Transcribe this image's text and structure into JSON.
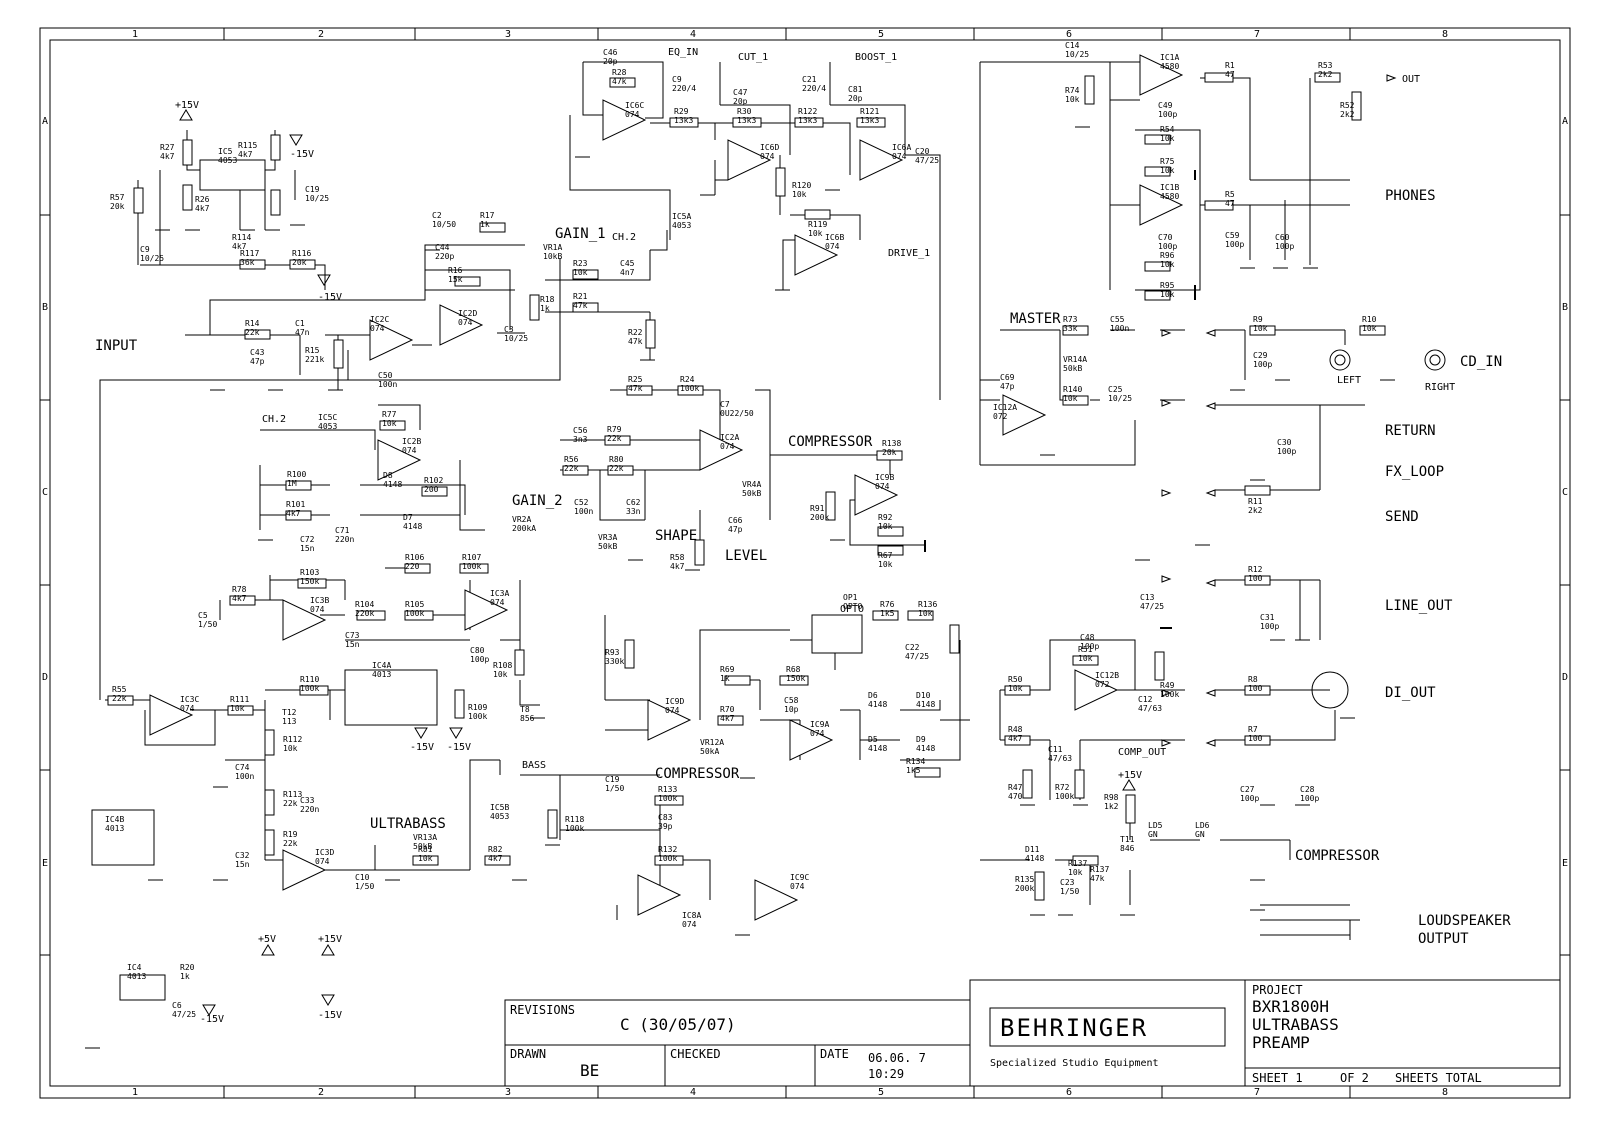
{
  "frame": {
    "columns": [
      "1",
      "2",
      "3",
      "4",
      "5",
      "6",
      "7",
      "8"
    ],
    "rows": [
      "A",
      "B",
      "C",
      "D",
      "E"
    ]
  },
  "labels": {
    "input": "INPUT",
    "master": "MASTER",
    "phones": "PHONES",
    "return": "RETURN",
    "fx_loop": "FX_LOOP",
    "send": "SEND",
    "line_out": "LINE_OUT",
    "di_out": "DI_OUT",
    "cd_in": "CD_IN",
    "left": "LEFT",
    "right": "RIGHT",
    "compressor_a": "COMPRESSOR",
    "compressor_b": "COMPRESSOR",
    "compressor_c": "COMPRESSOR",
    "ultrabass": "ULTRABASS",
    "gain_1": "GAIN_1",
    "gain_2": "GAIN_2",
    "shape": "SHAPE",
    "level": "LEVEL",
    "bass": "BASS",
    "loudspeaker_1": "LOUDSPEAKER",
    "loudspeaker_2": "OUTPUT",
    "out": "OUT",
    "eq_in": "EQ_IN",
    "cut_1": "CUT_1",
    "boost_1": "BOOST_1",
    "drive_1": "DRIVE_1",
    "comp_out": "COMP_OUT",
    "opto": "OPTO",
    "ch2a": "CH.2",
    "ch2b": "CH.2"
  },
  "rails": {
    "p15a": "+15V",
    "m15a": "-15V",
    "m15b": "-15V",
    "m15c": "-15V",
    "m15d": "-15V",
    "p15b": "+15V",
    "p5": "+5V",
    "p15c": "+15V",
    "m15e": "-15V",
    "m15f": "-15V"
  },
  "components": [
    {
      "id": "R27",
      "v": "4k7"
    },
    {
      "id": "R26",
      "v": "4k7"
    },
    {
      "id": "R57",
      "v": "20k"
    },
    {
      "id": "C9",
      "v": "10/25"
    },
    {
      "id": "IC5",
      "v": "4053"
    },
    {
      "id": "R115",
      "v": "4k7"
    },
    {
      "id": "R114",
      "v": "4k7"
    },
    {
      "id": "C19",
      "v": "10/25"
    },
    {
      "id": "R117",
      "v": "36k"
    },
    {
      "id": "R116",
      "v": "20k"
    },
    {
      "id": "R14",
      "v": "22k"
    },
    {
      "id": "C1",
      "v": "47n"
    },
    {
      "id": "C43",
      "v": "47p"
    },
    {
      "id": "R15",
      "v": "221k"
    },
    {
      "id": "IC2C",
      "v": "074"
    },
    {
      "id": "C50",
      "v": "100n"
    },
    {
      "id": "C2",
      "v": "10/50"
    },
    {
      "id": "R17",
      "v": "1k"
    },
    {
      "id": "C44",
      "v": "220p"
    },
    {
      "id": "R16",
      "v": "15k"
    },
    {
      "id": "IC2D",
      "v": "074"
    },
    {
      "id": "C3",
      "v": "10/25"
    },
    {
      "id": "VR1A",
      "v": "10kB"
    },
    {
      "id": "R18",
      "v": "1k"
    },
    {
      "id": "R23",
      "v": "10k"
    },
    {
      "id": "C45",
      "v": "4n7"
    },
    {
      "id": "R21",
      "v": "47k"
    },
    {
      "id": "R22",
      "v": "47k"
    },
    {
      "id": "IC5A",
      "v": "4053"
    },
    {
      "id": "C46",
      "v": "20p"
    },
    {
      "id": "R28",
      "v": "47k"
    },
    {
      "id": "IC6C",
      "v": "074"
    },
    {
      "id": "C9b",
      "v": "220/4"
    },
    {
      "id": "C47",
      "v": "20p"
    },
    {
      "id": "R29",
      "v": "13k3"
    },
    {
      "id": "R30",
      "v": "13k3"
    },
    {
      "id": "IC6D",
      "v": "074"
    },
    {
      "id": "R120",
      "v": "10k"
    },
    {
      "id": "R119",
      "v": "10k"
    },
    {
      "id": "IC6B",
      "v": "074"
    },
    {
      "id": "C21",
      "v": "220/4"
    },
    {
      "id": "C81",
      "v": "20p"
    },
    {
      "id": "R122",
      "v": "13k3"
    },
    {
      "id": "R121",
      "v": "13k3"
    },
    {
      "id": "IC6A",
      "v": "074"
    },
    {
      "id": "C20",
      "v": "47/25"
    },
    {
      "id": "IC5C",
      "v": "4053"
    },
    {
      "id": "R77",
      "v": "10k"
    },
    {
      "id": "R100",
      "v": "1M"
    },
    {
      "id": "IC2B",
      "v": "074"
    },
    {
      "id": "D8",
      "v": "4148"
    },
    {
      "id": "R102",
      "v": "200"
    },
    {
      "id": "D7",
      "v": "4148"
    },
    {
      "id": "R101",
      "v": "4k7"
    },
    {
      "id": "C71",
      "v": "220n"
    },
    {
      "id": "VR2A",
      "v": "200kA"
    },
    {
      "id": "C56",
      "v": "3n3"
    },
    {
      "id": "R79",
      "v": "22k"
    },
    {
      "id": "R56",
      "v": "22k"
    },
    {
      "id": "R80",
      "v": "22k"
    },
    {
      "id": "C52",
      "v": "100n"
    },
    {
      "id": "C62",
      "v": "33n"
    },
    {
      "id": "VR3A",
      "v": "50kB"
    },
    {
      "id": "R25",
      "v": "47k"
    },
    {
      "id": "R24",
      "v": "100k"
    },
    {
      "id": "C7",
      "v": "0U22/50"
    },
    {
      "id": "IC2A",
      "v": "074"
    },
    {
      "id": "VR4A",
      "v": "50kB"
    },
    {
      "id": "C66",
      "v": "47p"
    },
    {
      "id": "R58",
      "v": "4k7"
    },
    {
      "id": "R138",
      "v": "20k"
    },
    {
      "id": "R91",
      "v": "200k"
    },
    {
      "id": "IC9B",
      "v": "074"
    },
    {
      "id": "R92",
      "v": "10k"
    },
    {
      "id": "R67",
      "v": "10k"
    },
    {
      "id": "C72",
      "v": "15n"
    },
    {
      "id": "R103",
      "v": "150k"
    },
    {
      "id": "R78",
      "v": "4k7"
    },
    {
      "id": "IC3B",
      "v": "074"
    },
    {
      "id": "C5",
      "v": "1/50"
    },
    {
      "id": "R104",
      "v": "220k"
    },
    {
      "id": "R105",
      "v": "100k"
    },
    {
      "id": "C73",
      "v": "15n"
    },
    {
      "id": "R106",
      "v": "220"
    },
    {
      "id": "R107",
      "v": "100k"
    },
    {
      "id": "IC3A",
      "v": "074"
    },
    {
      "id": "C80",
      "v": "100p"
    },
    {
      "id": "R108",
      "v": "10k"
    },
    {
      "id": "T8",
      "v": "856"
    },
    {
      "id": "R55",
      "v": "22k"
    },
    {
      "id": "IC3C",
      "v": "074"
    },
    {
      "id": "R111",
      "v": "10k"
    },
    {
      "id": "R110",
      "v": "100k"
    },
    {
      "id": "T12",
      "v": "113"
    },
    {
      "id": "IC4A",
      "v": "4013"
    },
    {
      "id": "R109",
      "v": "100k"
    },
    {
      "id": "R112",
      "v": "10k"
    },
    {
      "id": "C74",
      "v": "100n"
    },
    {
      "id": "R113",
      "v": "22k"
    },
    {
      "id": "C33",
      "v": "220n"
    },
    {
      "id": "R19",
      "v": "22k"
    },
    {
      "id": "C32",
      "v": "15n"
    },
    {
      "id": "IC3D",
      "v": "074"
    },
    {
      "id": "C10",
      "v": "1/50"
    },
    {
      "id": "VR13A",
      "v": "50kB"
    },
    {
      "id": "R81",
      "v": "10k"
    },
    {
      "id": "R82",
      "v": "4k7"
    },
    {
      "id": "IC5B",
      "v": "4053"
    },
    {
      "id": "C19b",
      "v": "1/50"
    },
    {
      "id": "R118",
      "v": "100k"
    },
    {
      "id": "R133",
      "v": "100k"
    },
    {
      "id": "C83",
      "v": "39p"
    },
    {
      "id": "R132",
      "v": "100k"
    },
    {
      "id": "IC8A",
      "v": "074"
    },
    {
      "id": "IC9C",
      "v": "074"
    },
    {
      "id": "OP1",
      "v": "OPTO"
    },
    {
      "id": "R76",
      "v": "1k5"
    },
    {
      "id": "R136",
      "v": "10k"
    },
    {
      "id": "C22",
      "v": "47/25"
    },
    {
      "id": "R93",
      "v": "330k"
    },
    {
      "id": "IC9D",
      "v": "074"
    },
    {
      "id": "R69",
      "v": "1k"
    },
    {
      "id": "R68",
      "v": "150k"
    },
    {
      "id": "C58",
      "v": "10p"
    },
    {
      "id": "R70",
      "v": "4k7"
    },
    {
      "id": "VR12A",
      "v": "50kA"
    },
    {
      "id": "IC9A",
      "v": "074"
    },
    {
      "id": "D6",
      "v": "4148"
    },
    {
      "id": "D10",
      "v": "4148"
    },
    {
      "id": "D5",
      "v": "4148"
    },
    {
      "id": "D9",
      "v": "4148"
    },
    {
      "id": "R134",
      "v": "1k5"
    },
    {
      "id": "C14",
      "v": "10/25"
    },
    {
      "id": "R74",
      "v": "10k"
    },
    {
      "id": "IC1A",
      "v": "4580"
    },
    {
      "id": "R1",
      "v": "47"
    },
    {
      "id": "C49",
      "v": "100p"
    },
    {
      "id": "R54",
      "v": "10k"
    },
    {
      "id": "R75",
      "v": "10k"
    },
    {
      "id": "IC1B",
      "v": "4580"
    },
    {
      "id": "R5",
      "v": "47"
    },
    {
      "id": "C70",
      "v": "100p"
    },
    {
      "id": "R96",
      "v": "10k"
    },
    {
      "id": "R95",
      "v": "10k"
    },
    {
      "id": "C59",
      "v": "100p"
    },
    {
      "id": "C60",
      "v": "100p"
    },
    {
      "id": "R53",
      "v": "2k2"
    },
    {
      "id": "R52",
      "v": "2k2"
    },
    {
      "id": "R73",
      "v": "33k"
    },
    {
      "id": "C55",
      "v": "100n"
    },
    {
      "id": "VR14A",
      "v": "50kB"
    },
    {
      "id": "C69",
      "v": "47p"
    },
    {
      "id": "IC12A",
      "v": "072"
    },
    {
      "id": "R140",
      "v": "10k"
    },
    {
      "id": "C25",
      "v": "10/25"
    },
    {
      "id": "R9",
      "v": "10k"
    },
    {
      "id": "C29",
      "v": "100p"
    },
    {
      "id": "R10",
      "v": "10k"
    },
    {
      "id": "C30",
      "v": "100p"
    },
    {
      "id": "R11",
      "v": "2k2"
    },
    {
      "id": "C13",
      "v": "47/25"
    },
    {
      "id": "R12",
      "v": "100"
    },
    {
      "id": "C31",
      "v": "100p"
    },
    {
      "id": "C48",
      "v": "100p"
    },
    {
      "id": "R51",
      "v": "10k"
    },
    {
      "id": "R50",
      "v": "10k"
    },
    {
      "id": "IC12B",
      "v": "072"
    },
    {
      "id": "C12",
      "v": "47/63"
    },
    {
      "id": "R49",
      "v": "100k"
    },
    {
      "id": "R8",
      "v": "100"
    },
    {
      "id": "R48",
      "v": "4k7"
    },
    {
      "id": "C11",
      "v": "47/63"
    },
    {
      "id": "R137",
      "v": "10k"
    },
    {
      "id": "R47",
      "v": "470"
    },
    {
      "id": "R72",
      "v": "100k"
    },
    {
      "id": "R7",
      "v": "100"
    },
    {
      "id": "C27",
      "v": "100p"
    },
    {
      "id": "C28",
      "v": "100p"
    },
    {
      "id": "R98",
      "v": "1k2"
    },
    {
      "id": "D11",
      "v": "4148"
    },
    {
      "id": "R135",
      "v": "200k"
    },
    {
      "id": "C23",
      "v": "1/50"
    },
    {
      "id": "T11",
      "v": "846"
    },
    {
      "id": "R137b",
      "v": "47k"
    },
    {
      "id": "LD5",
      "v": "GN"
    },
    {
      "id": "LD6",
      "v": "GN"
    },
    {
      "id": "IC4B",
      "v": "4013"
    },
    {
      "id": "IC4",
      "v": "4013"
    },
    {
      "id": "R20",
      "v": "1k"
    },
    {
      "id": "C6",
      "v": "47/25"
    }
  ],
  "title_block": {
    "revisions_label": "REVISIONS",
    "revision_value": "C (30/05/07)",
    "drawn_label": "DRAWN",
    "drawn_value": "BE",
    "checked_label": "CHECKED",
    "date_label": "DATE",
    "date_value": "06.06. 7",
    "time_value": "10:29",
    "brand": "BEHRINGER",
    "tagline": "Specialized Studio Equipment",
    "project_label": "PROJECT",
    "project_name": "BXR1800H",
    "project_line2": "ULTRABASS",
    "project_line3": "PREAMP",
    "sheet_label": "SHEET 1",
    "of_label": "OF 2",
    "sheets_total": "SHEETS TOTAL"
  }
}
